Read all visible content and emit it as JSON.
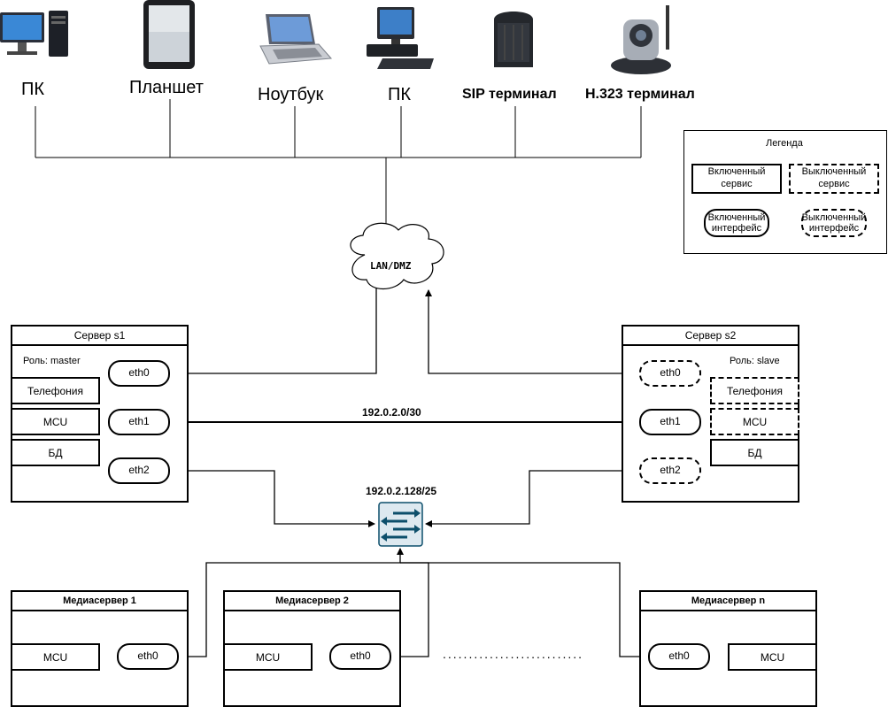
{
  "devices": [
    {
      "icon": "desktop-pc-icon",
      "label": "ПК"
    },
    {
      "icon": "tablet-icon",
      "label": "Планшет"
    },
    {
      "icon": "laptop-icon",
      "label": "Ноутбук"
    },
    {
      "icon": "workstation-pc-icon",
      "label": "ПК"
    },
    {
      "icon": "sip-terminal-icon",
      "label": "SIP терминал"
    },
    {
      "icon": "h323-camera-icon",
      "label": "H.323 терминал"
    }
  ],
  "cloud": {
    "label": "LAN/DMZ"
  },
  "legend": {
    "title": "Легенда",
    "service_on": "Включенный сервис",
    "service_off": "Выключенный сервис",
    "iface_on": "Включенный интерфейс",
    "iface_off": "Выключенный интерфейс"
  },
  "server_s1": {
    "title": "Сервер s1",
    "role": "Роль: master",
    "services": [
      "Телефония",
      "MCU",
      "БД"
    ],
    "interfaces": [
      "eth0",
      "eth1",
      "eth2"
    ]
  },
  "server_s2": {
    "title": "Сервер s2",
    "role": "Роль: slave",
    "services": [
      "Телефония",
      "MCU",
      "БД"
    ],
    "interfaces": [
      "eth0",
      "eth1",
      "eth2"
    ]
  },
  "networks": {
    "interconnect": "192.0.2.0/30",
    "media": "192.0.2.128/25"
  },
  "media_servers": [
    {
      "title": "Медиасервер 1",
      "service": "MCU",
      "iface": "eth0"
    },
    {
      "title": "Медиасервер 2",
      "service": "MCU",
      "iface": "eth0"
    },
    {
      "title": "Медиасервер n",
      "service": "MCU",
      "iface": "eth0"
    }
  ],
  "ellipsis": "...........................",
  "colors": {
    "switch_fill": "#dde9f0",
    "switch_stroke": "#0d4f6b",
    "switch_arrow": "#0d4f6b"
  }
}
